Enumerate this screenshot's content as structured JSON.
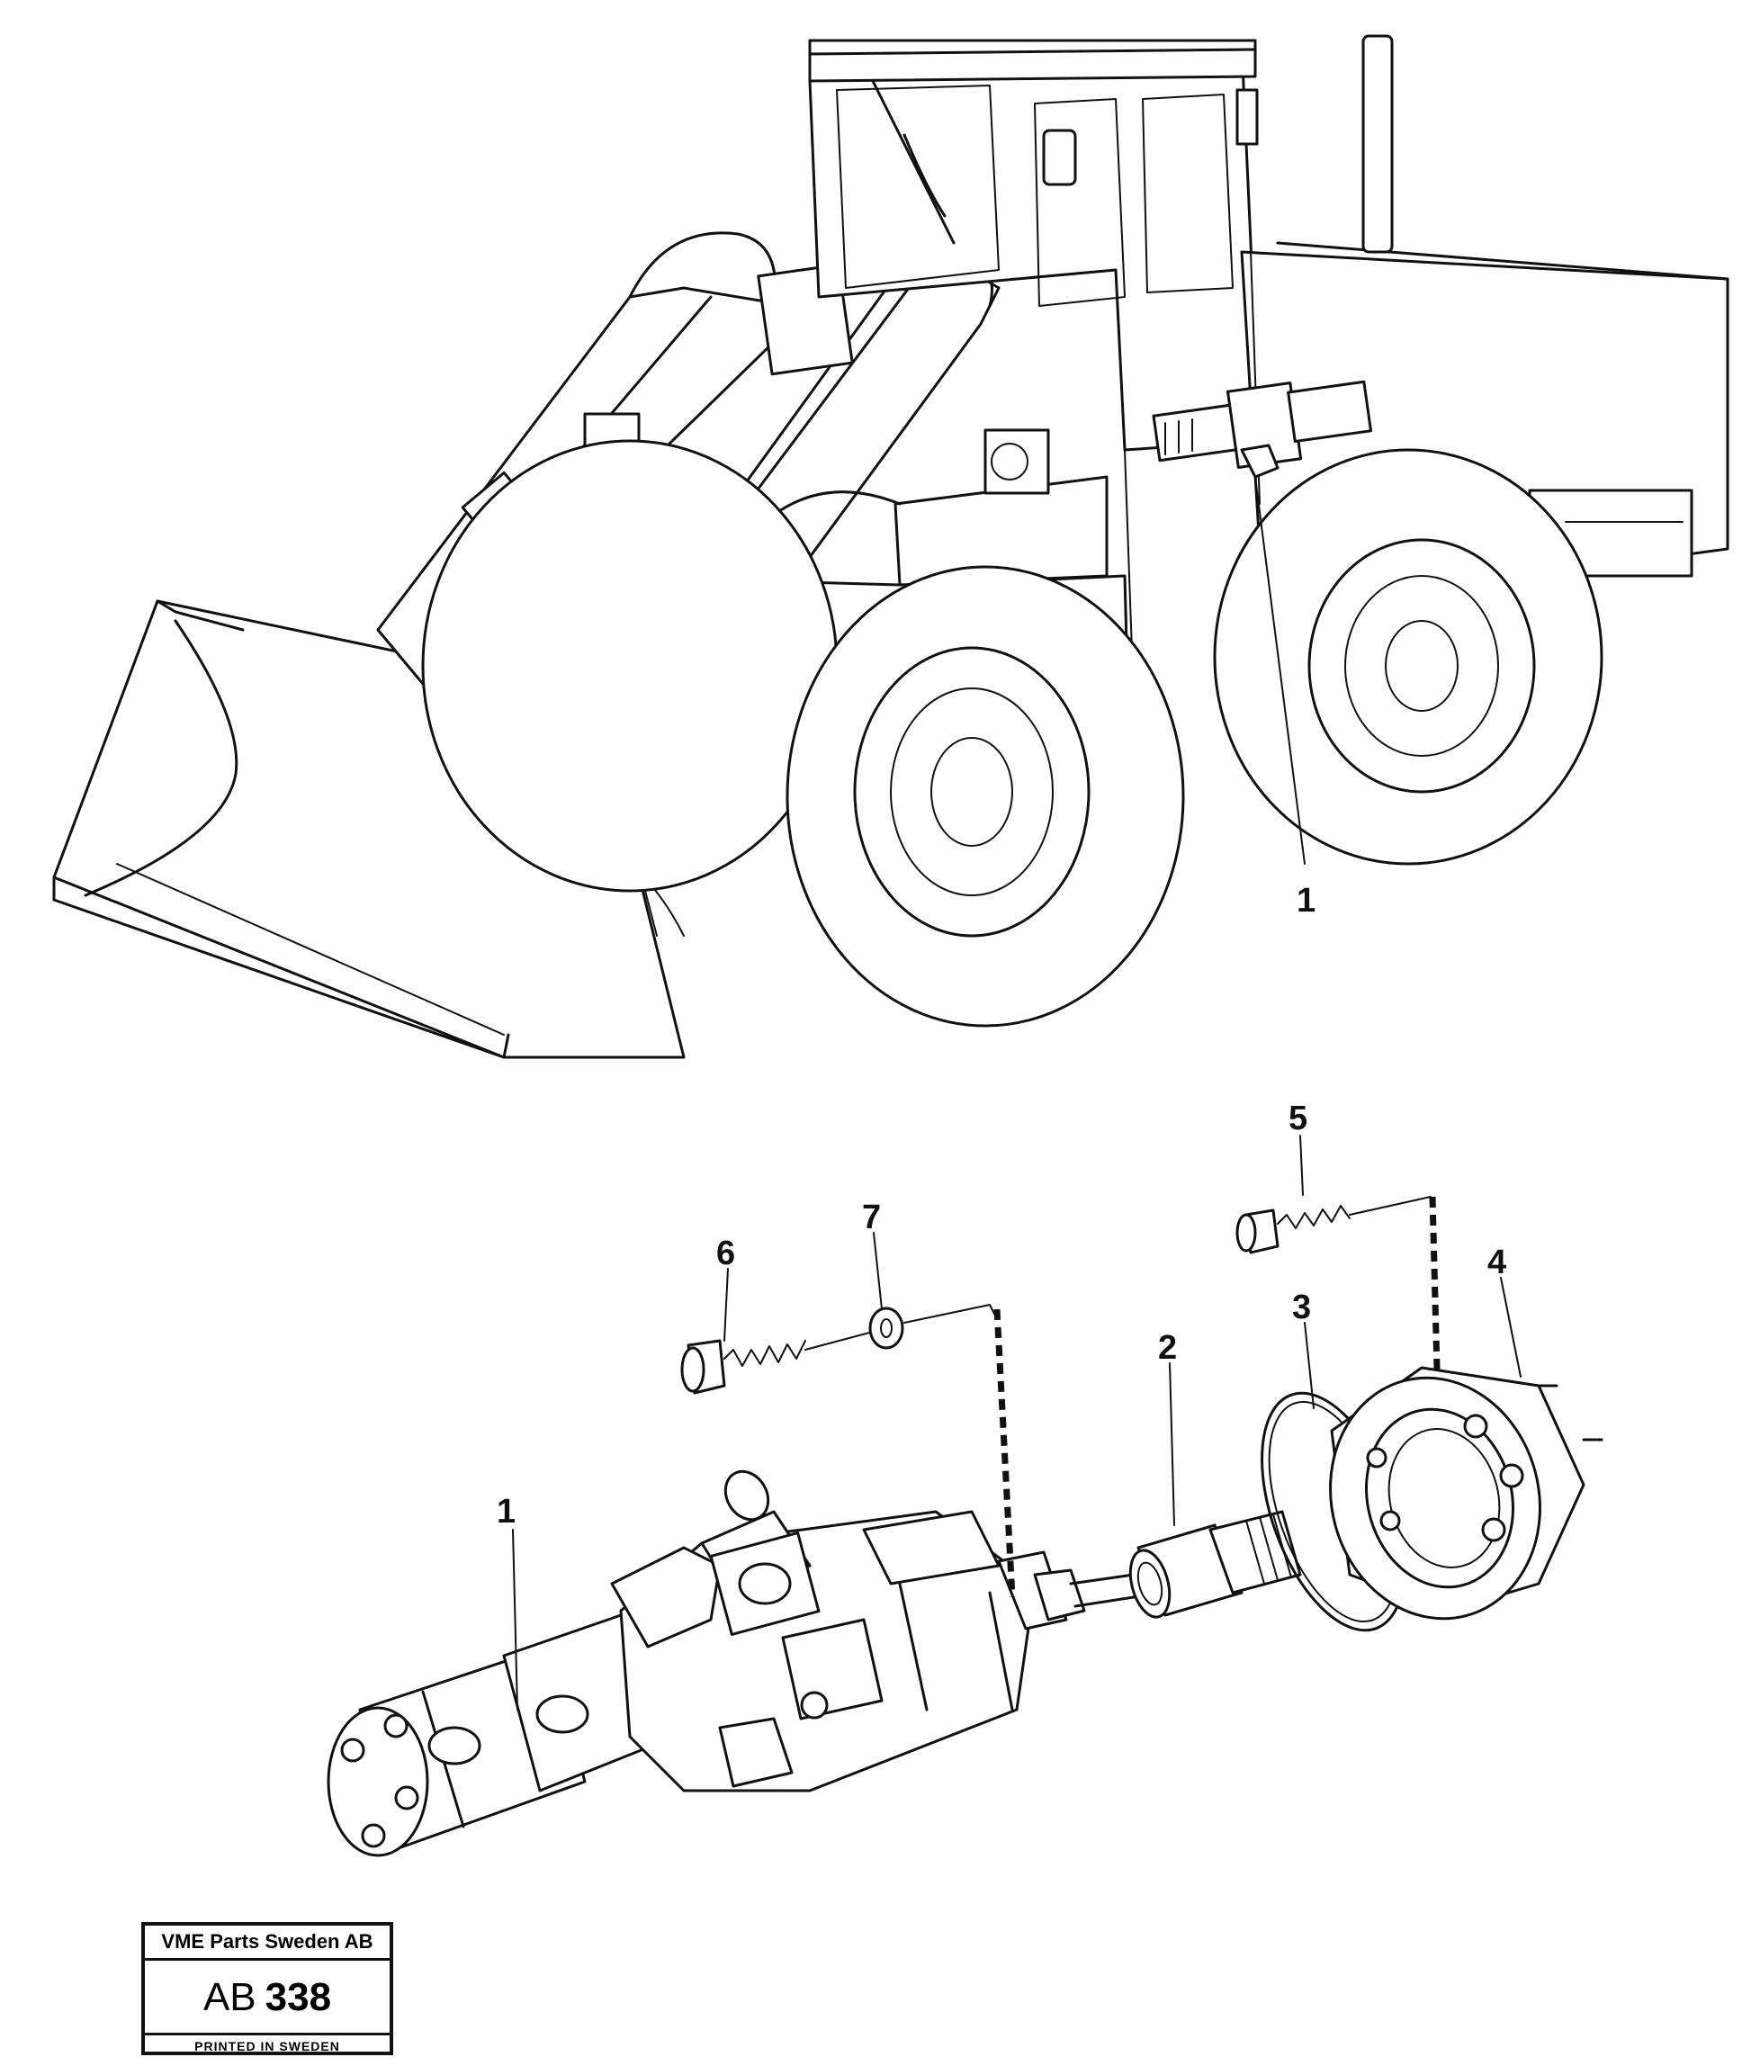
{
  "callouts": {
    "c1_top": "1",
    "c1_bottom": "1",
    "c2": "2",
    "c3": "3",
    "c4": "4",
    "c5": "5",
    "c6": "6",
    "c7": "7"
  },
  "stamp": {
    "company": "VME Parts Sweden AB",
    "code_prefix": "AB",
    "code_number": "338",
    "footer": "PRINTED IN SWEDEN"
  }
}
